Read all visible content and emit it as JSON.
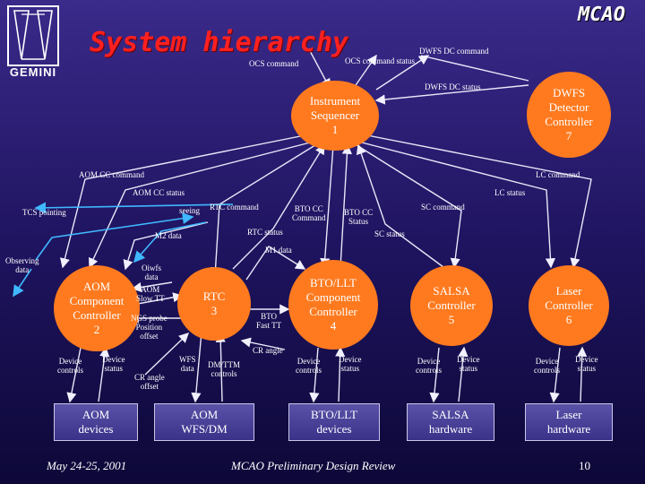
{
  "header": {
    "title": "System hierarchy",
    "brand": "MCAO",
    "logo_text": "GEMINI"
  },
  "footer": {
    "date": "May 24-25, 2001",
    "review": "MCAO Preliminary Design Review",
    "page": "10"
  },
  "nodes": {
    "instrument_sequencer": "Instrument\nSequencer\n1",
    "dwfs_detector": "DWFS\nDetector\nController\n7",
    "aom_cc": "AOM\nComponent\nController\n2",
    "rtc": "RTC\n3",
    "bto_llt_cc": "BTO/LLT\nComponent\nController\n4",
    "salsa_controller": "SALSA\nController\n5",
    "laser_controller": "Laser\nController\n6",
    "aom_devices": "AOM\ndevices",
    "aom_wfs_dm": "AOM\nWFS/DM",
    "bto_llt_devices": "BTO/LLT\ndevices",
    "salsa_hardware": "SALSA\nhardware",
    "laser_hardware": "Laser\nhardware"
  },
  "labels": {
    "ocs_command": "OCS command",
    "ocs_command_status": "OCS command status",
    "dwfs_dc_command": "DWFS DC command",
    "dwfs_dc_status": "DWFS DC status",
    "aom_cc_command": "AOM CC command",
    "lc_command": "LC command",
    "aom_cc_status": "AOM CC status",
    "lc_status": "LC status",
    "tcs_pointing": "TCS pointing",
    "seeing": "seeing",
    "rtc_command": "RTC command",
    "bto_cc_command": "BTO CC\nCommand",
    "bto_cc_status": "BTO CC\nStatus",
    "sc_command": "SC command",
    "sc_status": "SC status",
    "m2_data": "M2 data",
    "rtc_status": "RTC status",
    "m1_data": "M1 data",
    "observing_data": "Observing\ndata",
    "oiwfs_data": "Oiwfs\ndata",
    "aom_slow_tt": "AOM\nSlow TT",
    "ngs_probe": "NGS probe\nPosition\noffset",
    "bto_fast_tt": "BTO\nFast TT",
    "cr_angle": "CR angle",
    "cr_angle_offset": "CR angle\noffset",
    "wfs_data": "WFS\ndata",
    "dm_ttm_controls": "DM/TTM\ncontrols",
    "device_controls": "Device\ncontrols",
    "device_status": "Device\nstatus"
  },
  "colors": {
    "background_top": "#3a2a8a",
    "background_bottom": "#0d0838",
    "ellipse": "#ff7a1f",
    "title": "#ff2020",
    "wire": "#e8e8f8",
    "accent_arrow": "#3fb8ff"
  }
}
